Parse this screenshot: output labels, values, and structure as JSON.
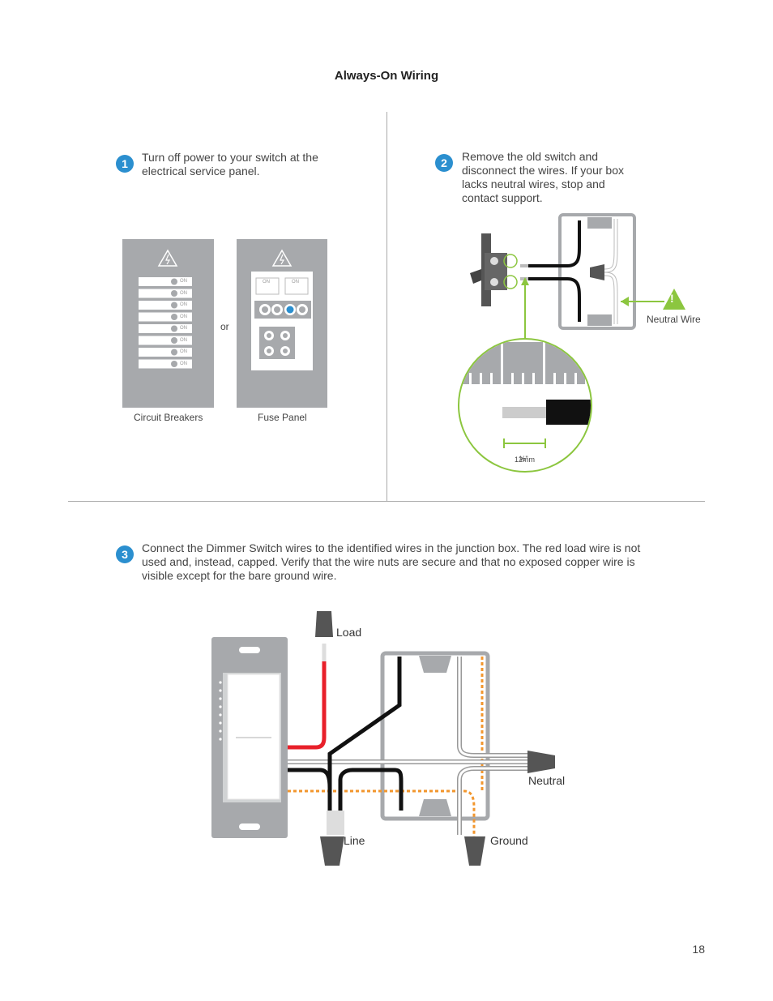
{
  "header": {
    "title": "Always-On Wiring"
  },
  "steps": [
    {
      "number": "1",
      "text": "Turn off power to your switch at the electrical service panel."
    },
    {
      "number": "2",
      "text": "Remove the old switch and disconnect the wires. If your box lacks neutral wires, stop and contact support."
    },
    {
      "number": "3",
      "text": "Connect the Dimmer Switch wires to the identified wires in the junction box. The red load wire is not used and, instead, capped. Verify that the wire nuts are secure and that no exposed copper wire is visible except for the bare ground wire."
    }
  ],
  "panels": {
    "breaker_on_label": "ON",
    "or_label": "or",
    "circuit_breakers": "Circuit Breakers",
    "fuse_panel": "Fuse Panel"
  },
  "step2": {
    "neutral_wire": "Neutral Wire",
    "warning_glyph": "!",
    "strip_length_in": "½\"",
    "strip_length_mm": "12mm"
  },
  "step3": {
    "load": "Load",
    "neutral": "Neutral",
    "line": "Line",
    "ground": "Ground"
  },
  "footer": {
    "page_number": "18"
  },
  "colors": {
    "badge": "#2b8fcf",
    "green_callout": "#8cc63f",
    "load_wire": "#e8202a",
    "ground_wire": "#f2962d",
    "panel_gray": "#a7a9ac"
  }
}
